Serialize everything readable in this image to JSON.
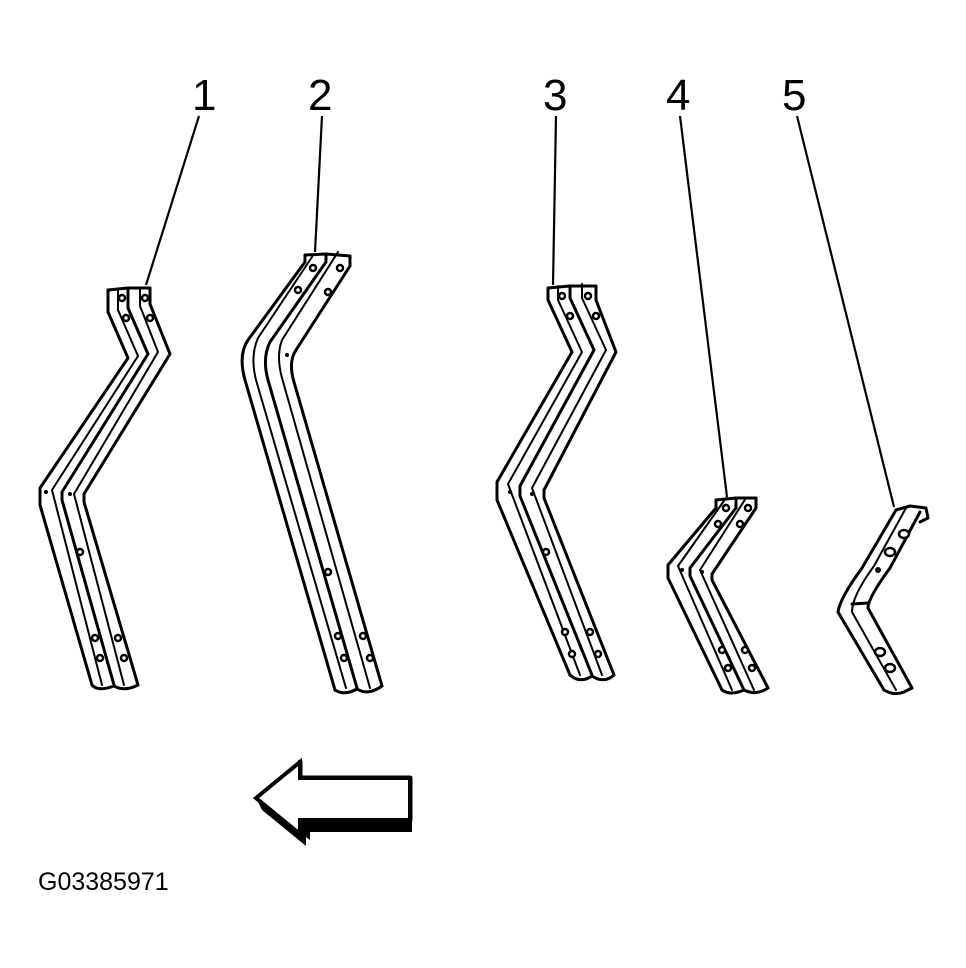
{
  "callouts": [
    "1",
    "2",
    "3",
    "4",
    "5"
  ],
  "figure_id": "G03385971",
  "direction_indicator": "left-arrow-icon"
}
